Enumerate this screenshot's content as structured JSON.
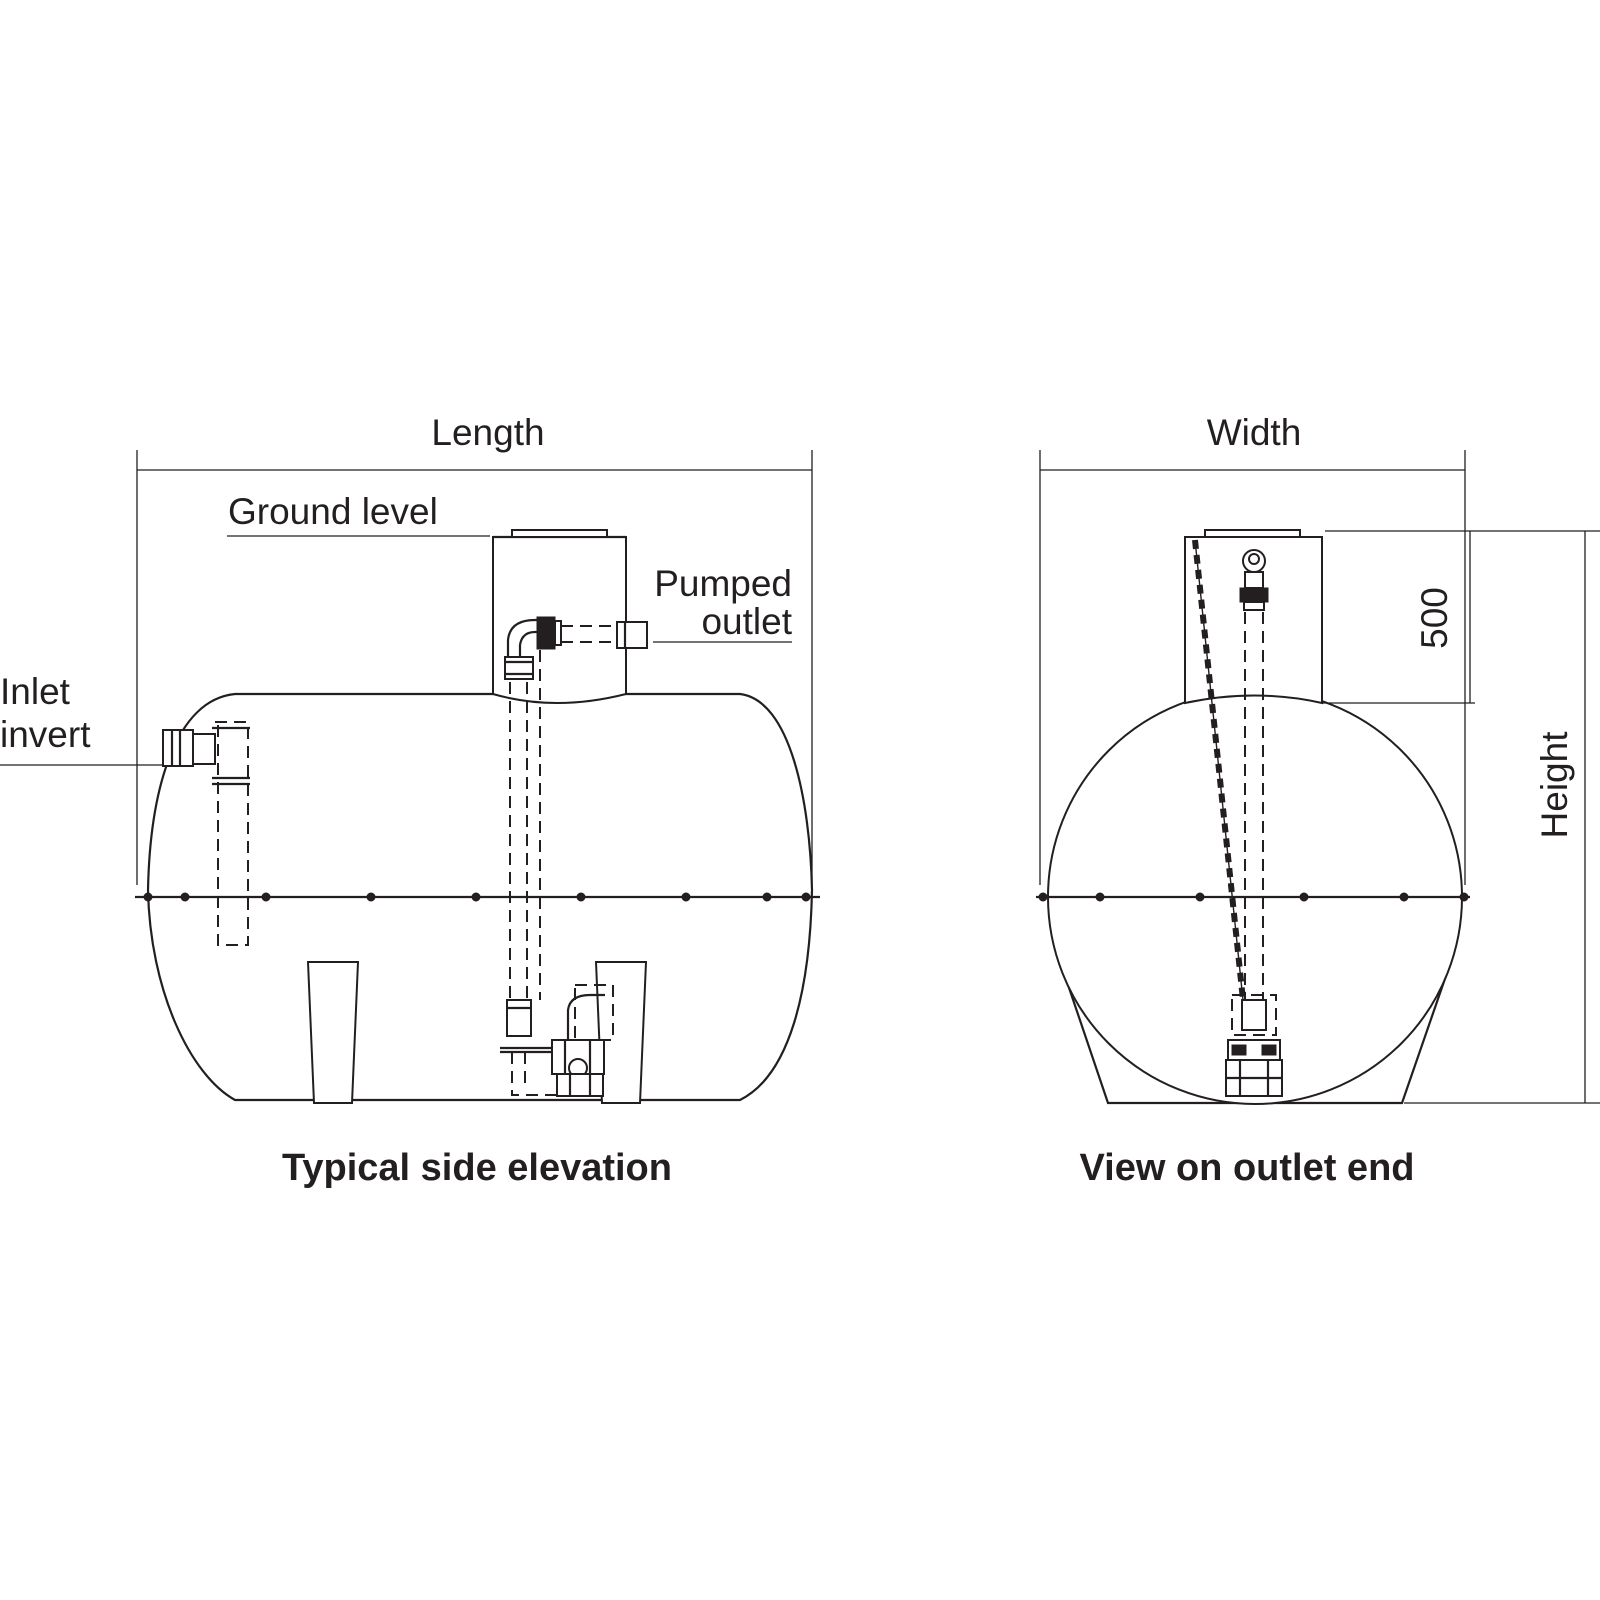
{
  "side_view": {
    "length_label": "Length",
    "ground_level_label": "Ground level",
    "pumped_outlet_label_line1": "Pumped",
    "pumped_outlet_label_line2": "outlet",
    "inlet_invert_label_line1": "Inlet",
    "inlet_invert_label_line2": "invert",
    "caption": "Typical side elevation"
  },
  "end_view": {
    "width_label": "Width",
    "riser_height_label": "500",
    "height_label": "Height",
    "caption": "View on outlet end"
  }
}
